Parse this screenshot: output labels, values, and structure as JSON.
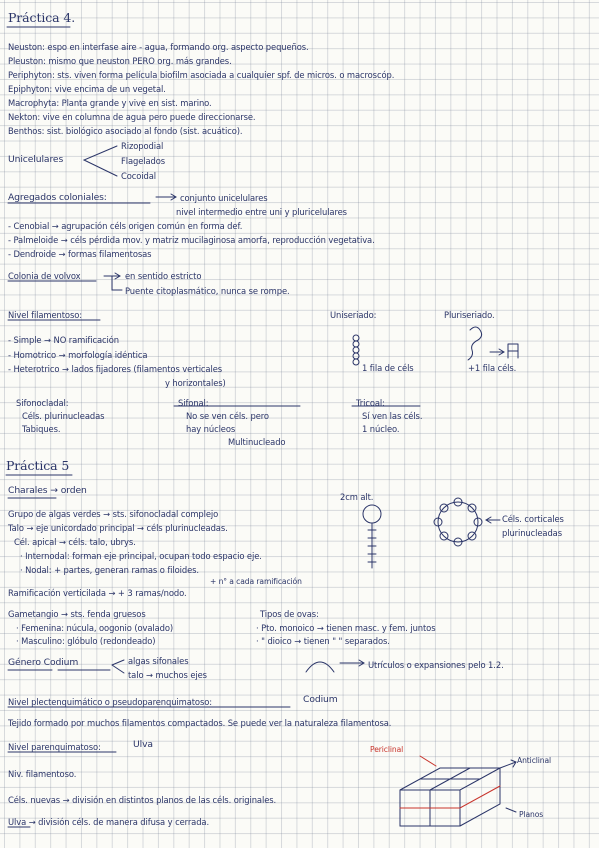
{
  "p4": {
    "title": "Práctica 4.",
    "defs": [
      "Neuston: espo en interfase aire - agua, formando org. aspecto pequeños.",
      "Pleuston: mismo que neuston PERO org. más grandes.",
      "Periphyton: sts. viven forma película biofilm asociada a cualquier spf. de micros. o macroscóp.",
      "Epiphyton: vive encima de un vegetal.",
      "Macrophyta: Planta grande y vive en sist. marino.",
      "Nekton: vive en columna de agua pero puede direccionarse.",
      "Benthos: sist. biológico asociado al fondo (sist. acuático)."
    ],
    "unicelulares": {
      "label": "Unicelulares",
      "items": [
        "Rizopodial",
        "Flagelados",
        "Cocoidal"
      ]
    },
    "agregados": {
      "label": "Agregados coloniales:",
      "def1": "conjunto unicelulares",
      "def2": "nivel intermedio entre uni y pluricelulares",
      "items": [
        "- Cenobial → agrupación céls origen común en forma def.",
        "- Palmeloide → céls pérdida mov. y matriz mucilaginosa amorfa, reproducción vegetativa.",
        "- Dendroide → formas filamentosas"
      ]
    },
    "colonia": {
      "label": "Colonia de volvox",
      "l1": "en sentido estricto",
      "l2": "Puente citoplasmático, nunca se rompe."
    },
    "filamentoso": {
      "label": "Nivel filamentoso:",
      "items": [
        "- Simple → NO ramificación",
        "- Homotrico → morfología idéntica",
        "- Heterotrico → lados fijadores (filamentos verticales"
      ],
      "cont": "y horizontales)",
      "uniseriado": "Uniseriado:",
      "pluriseriado": "Pluriseriado.",
      "fila1": "1 fila de céls",
      "fila2": "+1 fila céls."
    },
    "sifonocladal": {
      "label": "Sifonocladal:",
      "l1": "Céls. plurinucleadas",
      "l2": "Tabiques."
    },
    "sifonal": {
      "label": "Sifonal:",
      "l1": "No se ven céls. pero",
      "l2": "hay núcleos",
      "l3": "Multinucleado"
    },
    "tricoal": {
      "label": "Tricoal:",
      "l1": "Sí ven las céls.",
      "l2": "1 núcleo."
    }
  },
  "p5": {
    "title": "Práctica 5",
    "charales": "Charales → orden",
    "lines": [
      "Grupo de algas verdes → sts. sifonocladal complejo",
      "Talo → eje unicordado principal → céls plurinucleadas.",
      "Cél. apical → céls. talo, ubrys.",
      "· Internodal: forman eje principal, ocupan todo espacio eje.",
      "· Nodal: + partes, generan ramas o filoides."
    ],
    "size_label": "2cm alt.",
    "cortex": "Céls. corticales",
    "cortex2": "plurinucleadas",
    "ramif": "Ramificación verticilada → + 3 ramas/nodo.",
    "ramif_note": "+ n° a cada ramificación",
    "gametangio": {
      "l1": "Gametangio → sts. fenda gruesos",
      "l2": "· Femenina: núcula, oogonio (ovalado)",
      "l3": "· Masculino: glóbulo (redondeado)"
    },
    "tipos": {
      "l1": "Tipos de ovas:",
      "l2": "· Pto. monoico → tienen masc. y fem. juntos",
      "l3": "· \" dioico → tienen \" \" separados."
    },
    "codium": {
      "label": "Género Codium",
      "l1": "algas sifonales",
      "l2": "talo → muchos ejes",
      "utr": "Utrículos o expansiones pelo 1.2."
    },
    "nivel_pseudo": {
      "label": "Nivel plectenquimático o pseudoparenquimatoso:",
      "genus": "Codium"
    },
    "tejido": "Tejido formado por muchos filamentos compactados. Se puede ver la naturaleza filamentosa.",
    "nivel_par": {
      "label": "Nivel parenquimatoso:",
      "genus": "Ulva"
    },
    "nivel_fil": "Niv. filamentoso.",
    "cels": "Céls. nuevas → división en distintos planos de las céls. originales.",
    "ulva": "Ulva → división céls. de manera difusa y cerrada.",
    "periclinal": "Periclinal",
    "anticlinal": "Anticlinal",
    "planos": "Planos"
  },
  "colors": {
    "ink": "#2b3568",
    "red": "#c8332b"
  }
}
